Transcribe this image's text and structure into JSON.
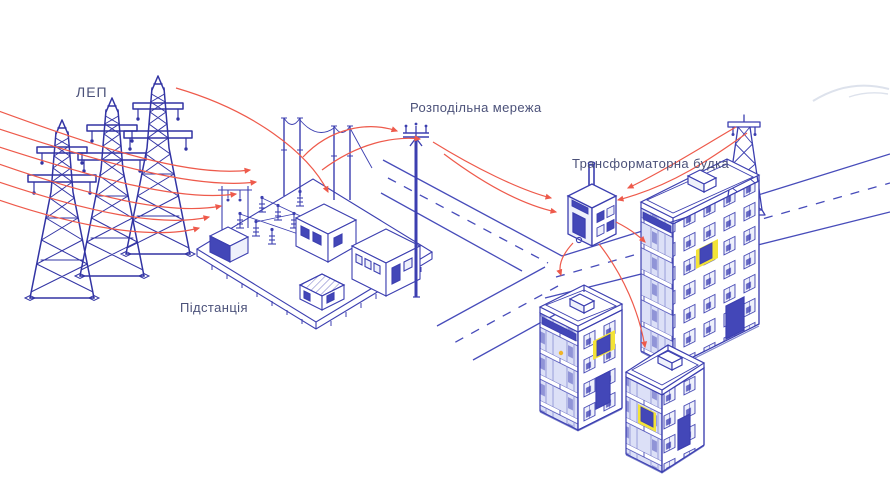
{
  "diagram": {
    "labels": {
      "power_lines": "ЛЕП",
      "substation": "Підстанція",
      "distribution_network": "Розподільна мережа",
      "transformer_booth": "Трансформаторна будка"
    },
    "colors": {
      "line_art_blue": "#3c3fb0",
      "dark_tower_blue": "#3234a4",
      "flow_arrow_red": "#ee5a4b",
      "window_highlight_yellow": "#f3e337",
      "label_text": "#4b5179",
      "light_facade_fill": "#dce0f7",
      "dark_window_fill": "#4347b8",
      "background": "#ffffff"
    },
    "elements": [
      {
        "name": "transmission-towers",
        "count": 3,
        "label": "ЛЕП"
      },
      {
        "name": "substation",
        "label": "Підстанція"
      },
      {
        "name": "distribution-pole",
        "label": "Розподільна мережа"
      },
      {
        "name": "transformer-booth",
        "label": "Трансформаторна будка"
      },
      {
        "name": "lattice-tower",
        "count": 1
      },
      {
        "name": "apartment-building",
        "count": 3,
        "highlighted_windows": true
      },
      {
        "name": "road",
        "style": "dashed-centerline",
        "junction": "three-way"
      }
    ],
    "flows": [
      {
        "from": "power-lines",
        "to": "substation"
      },
      {
        "from": "substation",
        "to": "distribution-pole"
      },
      {
        "from": "distribution-pole",
        "to": "transformer-booth"
      },
      {
        "from": "lattice-tower",
        "to": "transformer-booth"
      },
      {
        "from": "transformer-booth",
        "to": "building-1"
      },
      {
        "from": "transformer-booth",
        "to": "building-2"
      },
      {
        "from": "transformer-booth",
        "to": "building-3"
      }
    ]
  }
}
